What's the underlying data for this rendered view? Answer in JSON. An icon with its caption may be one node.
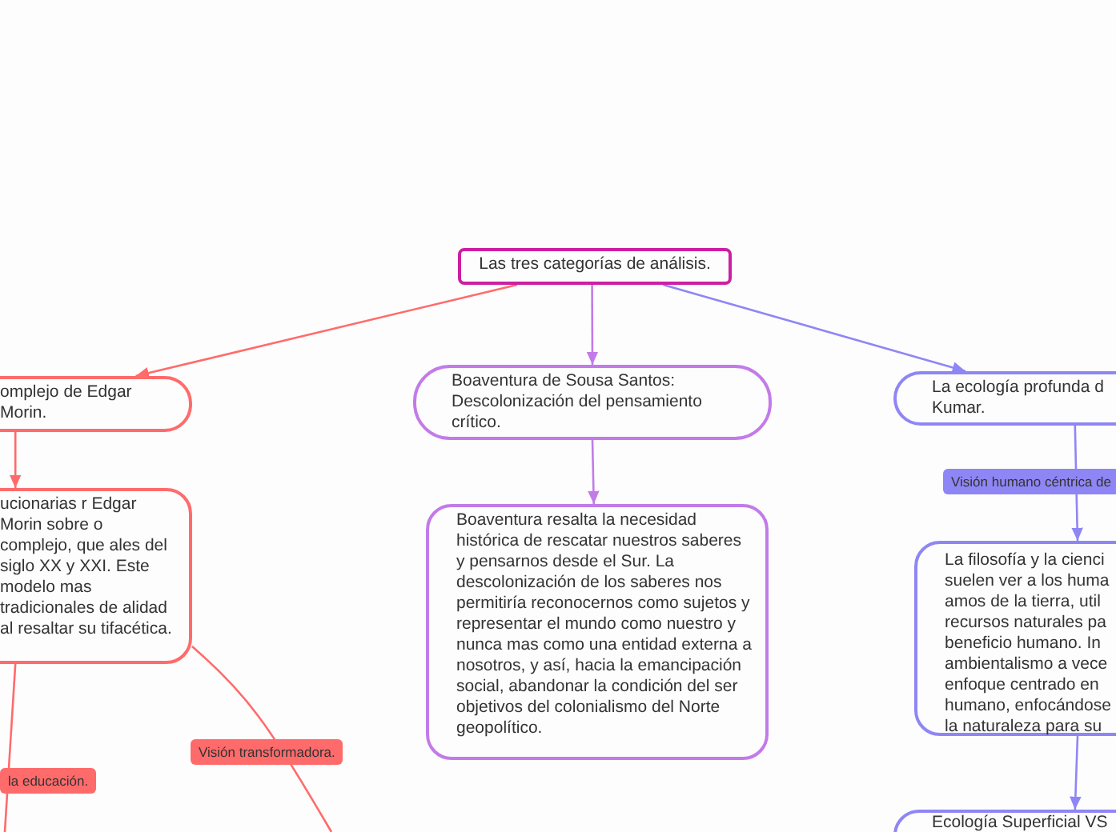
{
  "diagram": {
    "nodes": [
      {
        "text": [
          "Las tres categorías de análisis."
        ]
      },
      {
        "text": [
          "omplejo de Edgar Morin."
        ]
      },
      {
        "text": [
          "Boaventura de Sousa Santos: Descolonización del pensamiento crítico."
        ]
      },
      {
        "text": [
          "La ecología profunda d Kumar."
        ]
      },
      {
        "text": [
          "ucionarias r Edgar Morin sobre o complejo, que ales del siglo XX y XXI. Este modelo mas tradicionales de alidad al resaltar su tifacética."
        ]
      },
      {
        "text": [
          "Boaventura resalta la necesidad histórica de rescatar nuestros saberes y pensarnos desde el Sur. La descolonización de los saberes nos permitiría reconocernos como sujetos y representar el mundo como nuestro y nunca mas como una entidad externa a nosotros, y así, hacia la emancipación social, abandonar la condición del ser objetivos del colonialismo del Norte geopolítico."
        ]
      },
      {
        "text": [
          "La filosofía y la cienci suelen ver a los huma amos de la tierra, util recursos naturales pa beneficio humano. In ambientalismo a vece enfoque centrado en humano, enfocándose la naturaleza para su"
        ]
      },
      {
        "text": [
          "Ecología Superficial VS"
        ]
      }
    ],
    "edges": [
      {
        "from": 0,
        "to": 1,
        "arrow": "to",
        "color": "#ff6b6b"
      },
      {
        "from": 0,
        "to": 2,
        "arrow": "to",
        "color": "#c27be8"
      },
      {
        "from": 0,
        "to": 3,
        "arrow": "to",
        "color": "#8f86f5"
      },
      {
        "from": 1,
        "to": 4,
        "arrow": "to",
        "color": "#ff6b6b"
      },
      {
        "from": 2,
        "to": 5,
        "arrow": "to",
        "color": "#c27be8"
      },
      {
        "from": 3,
        "to": 6,
        "arrow": "to",
        "label": "Visión humano céntrica de",
        "color": "#8f86f5"
      },
      {
        "from": 6,
        "to": 7,
        "arrow": "to",
        "color": "#8f86f5"
      },
      {
        "from": 4,
        "to": null,
        "arrow": "none",
        "label": "Visión transformadora.",
        "color": "#ff6b6b"
      },
      {
        "from": 4,
        "to": null,
        "arrow": "none",
        "label": "la educación.",
        "color": "#ff6b6b"
      }
    ]
  }
}
